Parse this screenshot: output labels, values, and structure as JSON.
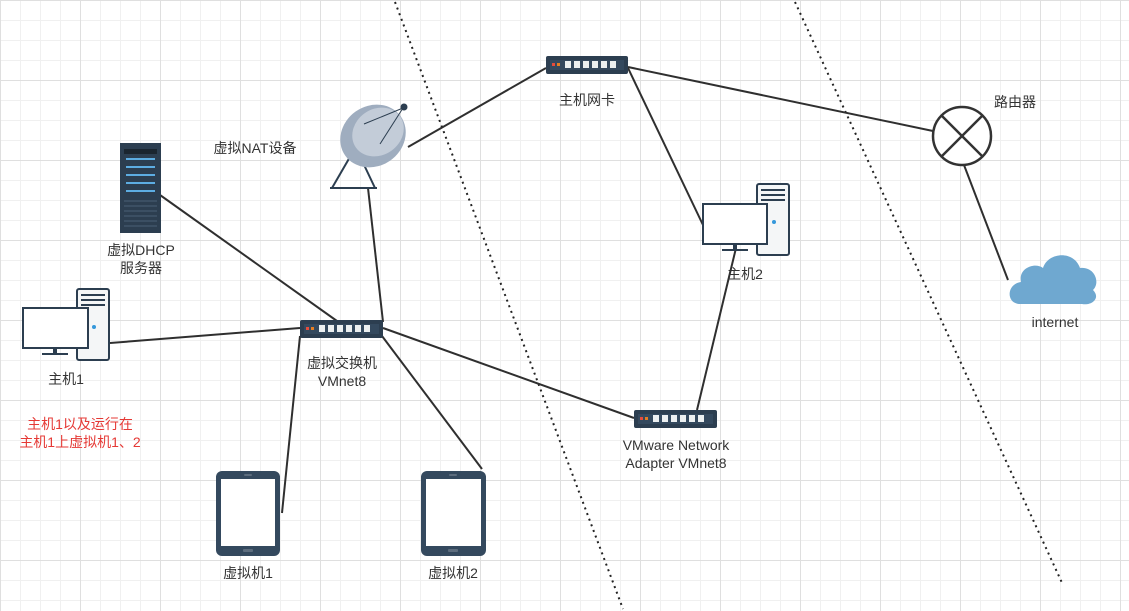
{
  "labels": {
    "nat_device": "虚拟NAT设备",
    "host_nic": "主机网卡",
    "router": "路由器",
    "dhcp_line1": "虚拟DHCP",
    "dhcp_line2": "服务器",
    "host2": "主机2",
    "internet": "internet",
    "host1": "主机1",
    "switch_line1": "虚拟交换机",
    "switch_line2": "VMnet8",
    "note_line1": "主机1以及运行在",
    "note_line2": "主机1上虚拟机1、2",
    "adapter_line1": "VMware Network",
    "adapter_line2": "Adapter VMnet8",
    "vm1": "虚拟机1",
    "vm2": "虚拟机2"
  },
  "colors": {
    "line": "#2f2f2f",
    "switch_body": "#2c3e50",
    "server_body": "#2c3e50",
    "server_accent": "#5dade2",
    "cloud": "#6fa8d0",
    "note": "#e53935"
  }
}
